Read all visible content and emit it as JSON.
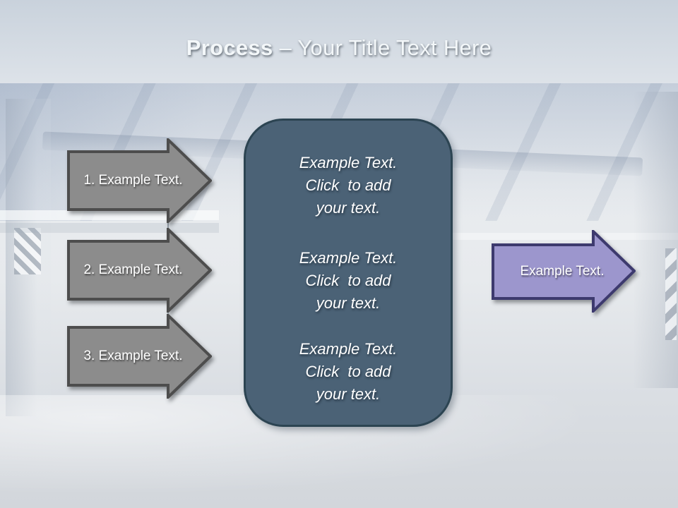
{
  "title": {
    "emphasis": "Process",
    "rest": "– Your Title Text Here"
  },
  "background": {
    "description": "faded underground parking garage photo"
  },
  "left_arrows": [
    {
      "label": "1. Example Text."
    },
    {
      "label": "2. Example Text."
    },
    {
      "label": "3. Example Text."
    }
  ],
  "center_panel": {
    "blocks": [
      {
        "line1": "Example Text.",
        "line2": "Click  to add",
        "line3": "your text."
      },
      {
        "line1": "Example Text.",
        "line2": "Click  to add",
        "line3": "your text."
      },
      {
        "line1": "Example Text.",
        "line2": "Click  to add",
        "line3": "your text."
      }
    ]
  },
  "right_arrow": {
    "label": "Example Text."
  },
  "colors": {
    "header_top": "#3e5160",
    "header_bottom": "#5d7789",
    "panel_fill": "#4b6276",
    "panel_border": "#2c4452",
    "gray_arrow_fill": "#8c8c8c",
    "gray_arrow_border": "#4d4d4d",
    "purple_arrow_fill": "#9c96cd",
    "purple_arrow_border": "#3d3a6e",
    "text": "#ffffff"
  }
}
